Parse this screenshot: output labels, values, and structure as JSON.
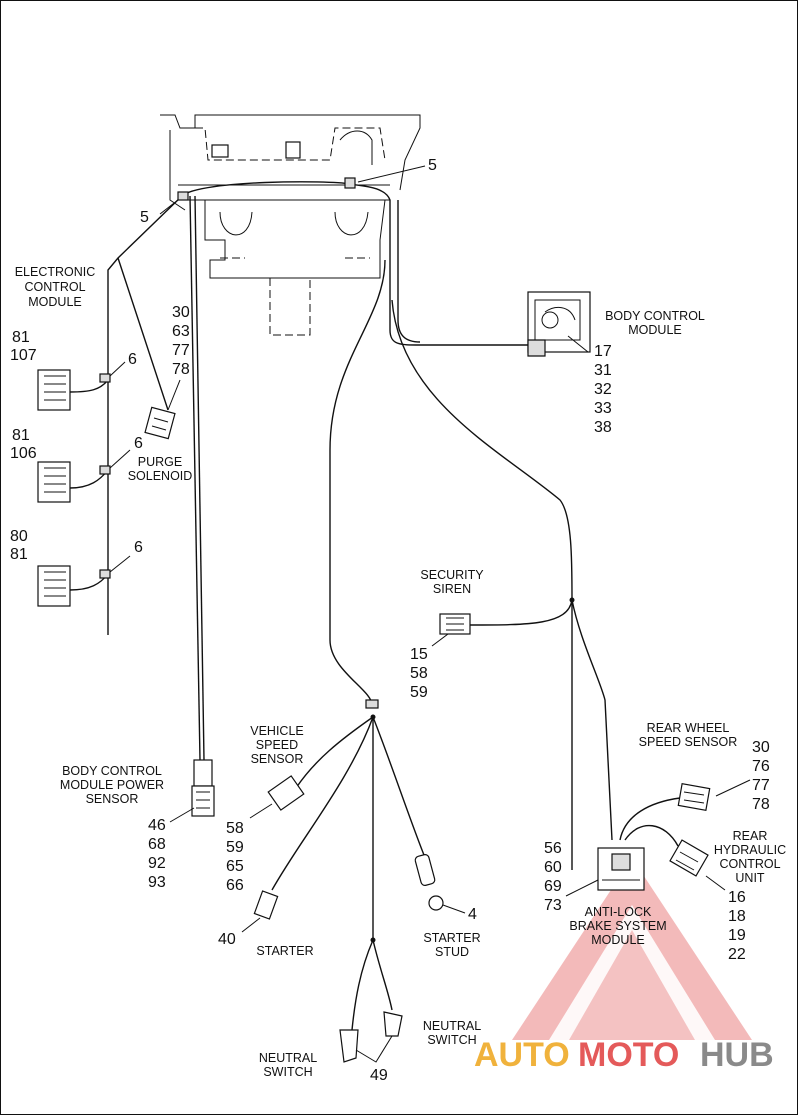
{
  "components": {
    "ecm": [
      "ELECTRONIC",
      "CONTROL",
      "MODULE"
    ],
    "bcm": [
      "BODY CONTROL",
      "MODULE"
    ],
    "purge": [
      "PURGE",
      "SOLENOID"
    ],
    "siren": [
      "SECURITY",
      "SIREN"
    ],
    "vss": [
      "VEHICLE",
      "SPEED",
      "SENSOR"
    ],
    "bcm_power": [
      "BODY CONTROL",
      "MODULE POWER",
      "SENSOR"
    ],
    "rear_wss": [
      "REAR WHEEL",
      "SPEED SENSOR"
    ],
    "rear_hcu": [
      "REAR",
      "HYDRAULIC",
      "CONTROL",
      "UNIT"
    ],
    "abs": [
      "ANTI-LOCK",
      "BRAKE SYSTEM",
      "MODULE"
    ],
    "starter": "STARTER",
    "starter_stud": [
      "STARTER",
      "STUD"
    ],
    "neutral_switch_right": [
      "NEUTRAL",
      "SWITCH"
    ],
    "neutral_switch_left": [
      "NEUTRAL",
      "SWITCH"
    ]
  },
  "callouts": {
    "clip_top_left": "5",
    "clip_top_right": "5",
    "clip_1": "6",
    "clip_2": "6",
    "clip_3": "6",
    "ecm_conn1": [
      "81",
      "107"
    ],
    "ecm_conn2": [
      "81",
      "106"
    ],
    "ecm_conn3": [
      "80",
      "81"
    ],
    "purge": [
      "30",
      "63",
      "77",
      "78"
    ],
    "bcm": [
      "17",
      "31",
      "32",
      "33",
      "38"
    ],
    "siren": [
      "15",
      "58",
      "59"
    ],
    "bcm_power": [
      "46",
      "68",
      "92",
      "93"
    ],
    "vss": [
      "58",
      "59",
      "65",
      "66"
    ],
    "starter": "40",
    "starter_stud": "4",
    "rear_wss": [
      "30",
      "76",
      "77",
      "78"
    ],
    "abs": [
      "56",
      "60",
      "69",
      "73"
    ],
    "rear_hcu": [
      "16",
      "18",
      "19",
      "22"
    ],
    "neutral_switch": "49"
  },
  "watermark": {
    "part1": "AUTO",
    "part2": "MOTO",
    "part3": "HUB",
    "colors": {
      "auto": "#f0b23c",
      "moto": "#e45a5a",
      "hub": "#8a8a8a",
      "triangle": "#e25858"
    }
  }
}
